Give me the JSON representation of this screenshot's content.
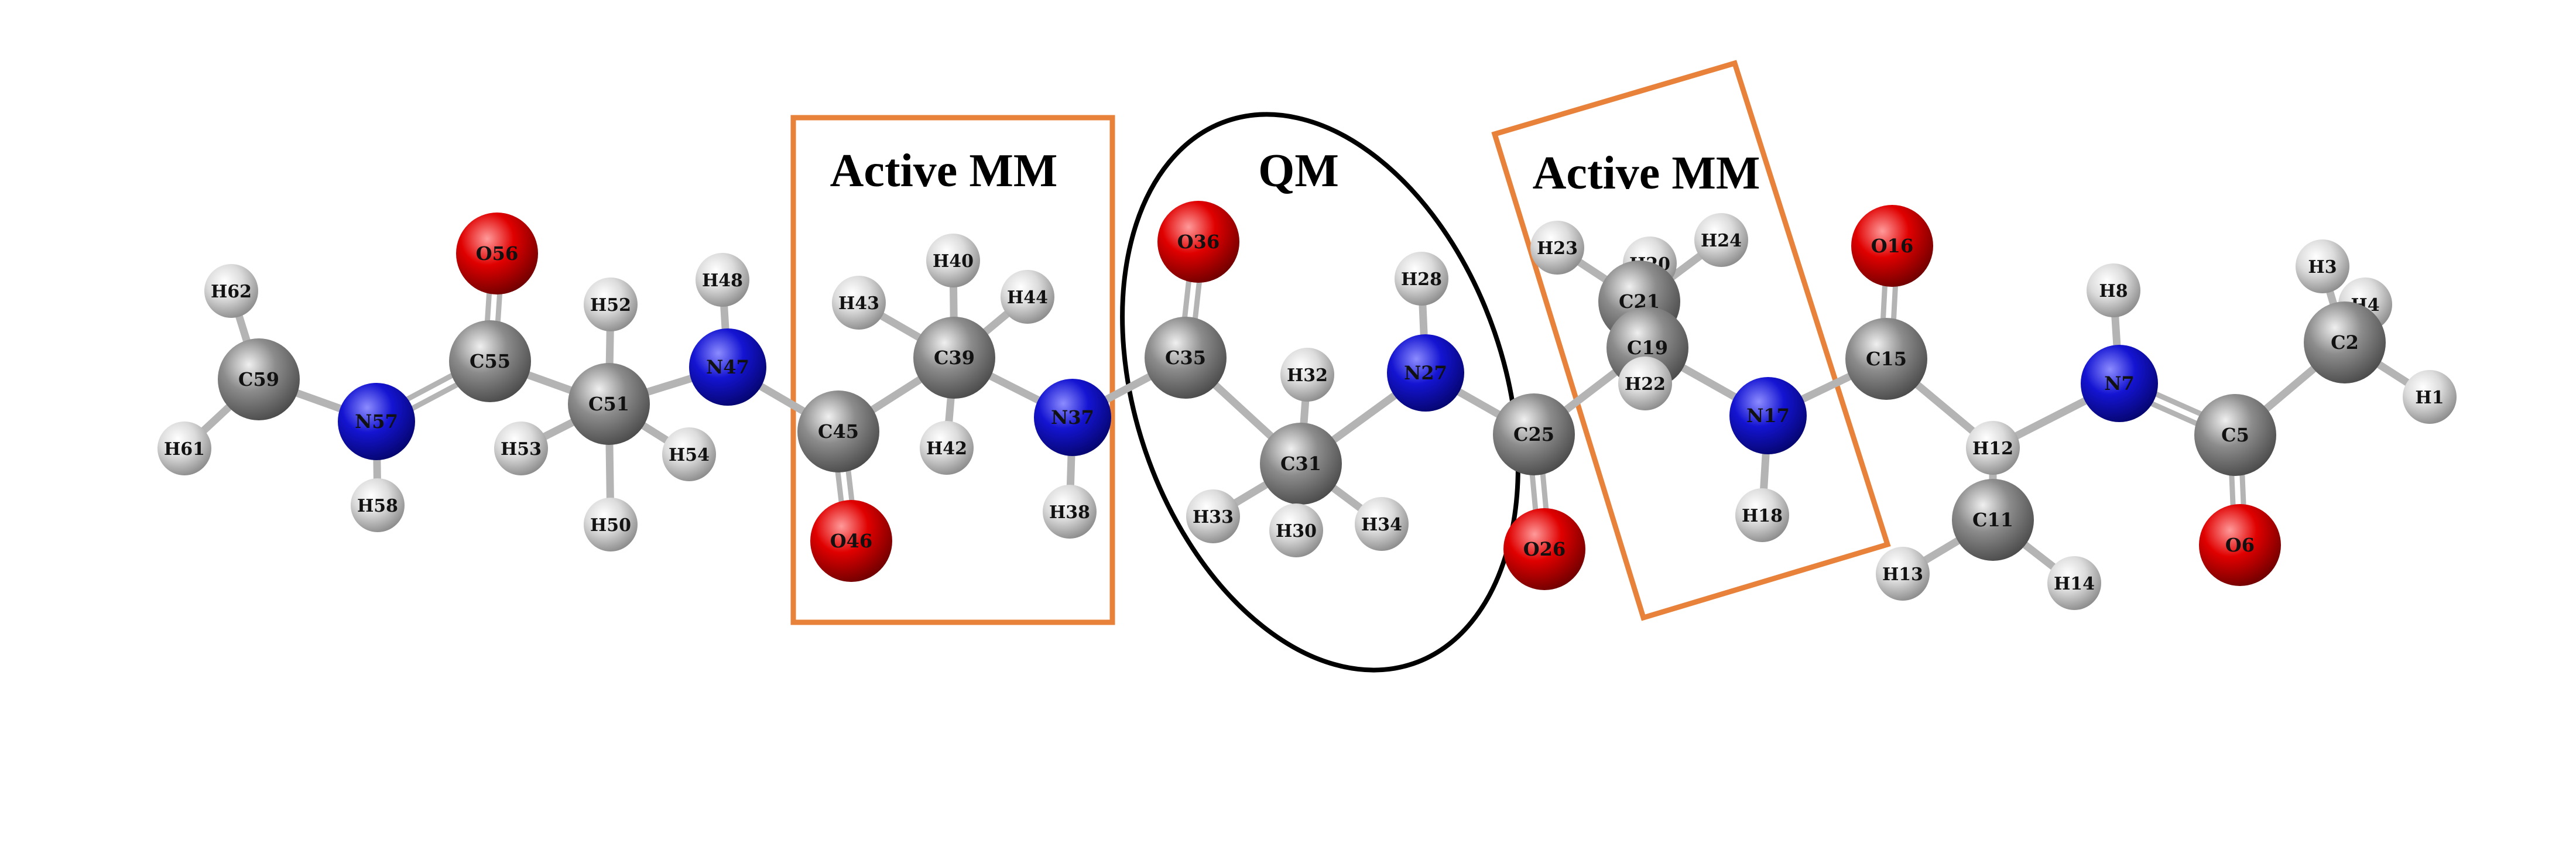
{
  "colors": {
    "carbon": "#8c8c8c",
    "hydrogen": "#dcdcdc",
    "nitrogen": "#1414d2",
    "oxygen": "#e00000",
    "bond": "#b4b4b4",
    "mm_box": "#e8823a",
    "qm_ellipse": "#000000"
  },
  "regions": {
    "mm_left_label": "Active MM",
    "qm_label": "QM",
    "mm_right_label": "Active MM"
  },
  "atoms": [
    {
      "id": "H62",
      "element": "H"
    },
    {
      "id": "C59",
      "element": "C"
    },
    {
      "id": "H61",
      "element": "H"
    },
    {
      "id": "N57",
      "element": "N"
    },
    {
      "id": "H58",
      "element": "H"
    },
    {
      "id": "C55",
      "element": "C"
    },
    {
      "id": "O56",
      "element": "O"
    },
    {
      "id": "C51",
      "element": "C"
    },
    {
      "id": "H52",
      "element": "H"
    },
    {
      "id": "H53",
      "element": "H"
    },
    {
      "id": "H54",
      "element": "H"
    },
    {
      "id": "H50",
      "element": "H"
    },
    {
      "id": "N47",
      "element": "N"
    },
    {
      "id": "H48",
      "element": "H"
    },
    {
      "id": "C45",
      "element": "C"
    },
    {
      "id": "O46",
      "element": "O"
    },
    {
      "id": "C39",
      "element": "C"
    },
    {
      "id": "H40",
      "element": "H"
    },
    {
      "id": "H43",
      "element": "H"
    },
    {
      "id": "H44",
      "element": "H"
    },
    {
      "id": "H42",
      "element": "H"
    },
    {
      "id": "N37",
      "element": "N"
    },
    {
      "id": "H38",
      "element": "H"
    },
    {
      "id": "C35",
      "element": "C"
    },
    {
      "id": "O36",
      "element": "O"
    },
    {
      "id": "C31",
      "element": "C"
    },
    {
      "id": "H32",
      "element": "H"
    },
    {
      "id": "H33",
      "element": "H"
    },
    {
      "id": "H30",
      "element": "H"
    },
    {
      "id": "H34",
      "element": "H"
    },
    {
      "id": "N27",
      "element": "N"
    },
    {
      "id": "H28",
      "element": "H"
    },
    {
      "id": "C25",
      "element": "C"
    },
    {
      "id": "O26",
      "element": "O"
    },
    {
      "id": "C21",
      "element": "C"
    },
    {
      "id": "C19",
      "element": "C"
    },
    {
      "id": "H20",
      "element": "H"
    },
    {
      "id": "H23",
      "element": "H"
    },
    {
      "id": "H24",
      "element": "H"
    },
    {
      "id": "H22",
      "element": "H"
    },
    {
      "id": "N17",
      "element": "N"
    },
    {
      "id": "H18",
      "element": "H"
    },
    {
      "id": "C15",
      "element": "C"
    },
    {
      "id": "O16",
      "element": "O"
    },
    {
      "id": "C11",
      "element": "C"
    },
    {
      "id": "H12",
      "element": "H"
    },
    {
      "id": "H13",
      "element": "H"
    },
    {
      "id": "H14",
      "element": "H"
    },
    {
      "id": "N7",
      "element": "N"
    },
    {
      "id": "H8",
      "element": "H"
    },
    {
      "id": "C5",
      "element": "C"
    },
    {
      "id": "O6",
      "element": "O"
    },
    {
      "id": "C2",
      "element": "C"
    },
    {
      "id": "H3",
      "element": "H"
    },
    {
      "id": "H4",
      "element": "H"
    },
    {
      "id": "H1",
      "element": "H"
    }
  ],
  "bonds": [
    [
      "H62",
      "C59",
      1
    ],
    [
      "H61",
      "C59",
      1
    ],
    [
      "C59",
      "N57",
      1
    ],
    [
      "N57",
      "H58",
      1
    ],
    [
      "N57",
      "C55",
      2
    ],
    [
      "C55",
      "O56",
      2
    ],
    [
      "C55",
      "C51",
      1
    ],
    [
      "C51",
      "H52",
      1
    ],
    [
      "C51",
      "H53",
      1
    ],
    [
      "C51",
      "H54",
      1
    ],
    [
      "C51",
      "H50",
      1
    ],
    [
      "C51",
      "N47",
      1
    ],
    [
      "N47",
      "H48",
      1
    ],
    [
      "N47",
      "C45",
      1
    ],
    [
      "C45",
      "O46",
      2
    ],
    [
      "C45",
      "C39",
      1
    ],
    [
      "C39",
      "H40",
      1
    ],
    [
      "C39",
      "H43",
      1
    ],
    [
      "C39",
      "H44",
      1
    ],
    [
      "C39",
      "H42",
      1
    ],
    [
      "C39",
      "N37",
      1
    ],
    [
      "N37",
      "H38",
      1
    ],
    [
      "N37",
      "C35",
      1
    ],
    [
      "C35",
      "O36",
      2
    ],
    [
      "C35",
      "C31",
      1
    ],
    [
      "C31",
      "H32",
      1
    ],
    [
      "C31",
      "H33",
      1
    ],
    [
      "C31",
      "H30",
      1
    ],
    [
      "C31",
      "H34",
      1
    ],
    [
      "C31",
      "N27",
      1
    ],
    [
      "N27",
      "H28",
      1
    ],
    [
      "N27",
      "C25",
      1
    ],
    [
      "C25",
      "O26",
      2
    ],
    [
      "C25",
      "C19",
      1
    ],
    [
      "C19",
      "C21",
      1
    ],
    [
      "C21",
      "H20",
      1
    ],
    [
      "C21",
      "H23",
      1
    ],
    [
      "C21",
      "H24",
      1
    ],
    [
      "C19",
      "H22",
      1
    ],
    [
      "C19",
      "N17",
      1
    ],
    [
      "N17",
      "H18",
      1
    ],
    [
      "N17",
      "C15",
      1
    ],
    [
      "C15",
      "O16",
      2
    ],
    [
      "C15",
      "H12",
      1
    ],
    [
      "H12",
      "C11",
      1
    ],
    [
      "C11",
      "H13",
      1
    ],
    [
      "C11",
      "H14",
      1
    ],
    [
      "H12",
      "N7",
      1
    ],
    [
      "N7",
      "H8",
      1
    ],
    [
      "N7",
      "C5",
      2
    ],
    [
      "C5",
      "O6",
      2
    ],
    [
      "C5",
      "C2",
      1
    ],
    [
      "C2",
      "H3",
      1
    ],
    [
      "C2",
      "H4",
      1
    ],
    [
      "C2",
      "H1",
      1
    ]
  ]
}
